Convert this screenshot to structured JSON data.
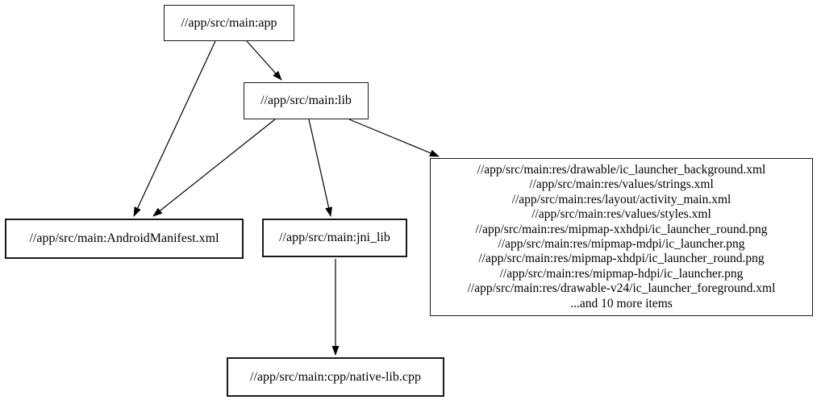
{
  "diagram": {
    "type": "dependency-graph",
    "colors": {
      "background": "#ffffff",
      "node_fill": "#ffffff",
      "node_border": "#1a1a1a",
      "edge": "#000000",
      "text": "#000000"
    },
    "nodes": {
      "app": {
        "label": "//app/src/main:app"
      },
      "lib": {
        "label": "//app/src/main:lib"
      },
      "manifest": {
        "label": "//app/src/main:AndroidManifest.xml"
      },
      "jni_lib": {
        "label": "//app/src/main:jni_lib"
      },
      "native": {
        "label": "//app/src/main:cpp/native-lib.cpp"
      },
      "resources": {
        "lines": [
          "//app/src/main:res/drawable/ic_launcher_background.xml",
          "//app/src/main:res/values/strings.xml",
          "//app/src/main:res/layout/activity_main.xml",
          "//app/src/main:res/values/styles.xml",
          "//app/src/main:res/mipmap-xxhdpi/ic_launcher_round.png",
          "//app/src/main:res/mipmap-mdpi/ic_launcher.png",
          "//app/src/main:res/mipmap-xhdpi/ic_launcher_round.png",
          "//app/src/main:res/mipmap-hdpi/ic_launcher.png",
          "//app/src/main:res/drawable-v24/ic_launcher_foreground.xml",
          "...and 10 more items"
        ]
      }
    },
    "edges": [
      {
        "from": "app",
        "to": "lib"
      },
      {
        "from": "app",
        "to": "manifest"
      },
      {
        "from": "lib",
        "to": "manifest"
      },
      {
        "from": "lib",
        "to": "jni_lib"
      },
      {
        "from": "lib",
        "to": "resources"
      },
      {
        "from": "jni_lib",
        "to": "native"
      }
    ]
  }
}
